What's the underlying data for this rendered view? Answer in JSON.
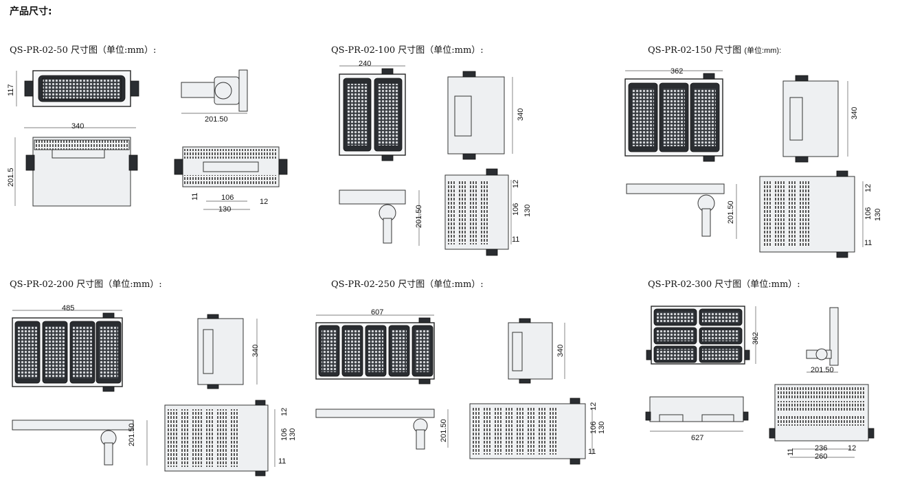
{
  "page_title": "产品尺寸:",
  "models": [
    {
      "id": "50",
      "title": "QS-PR-02-50 尺寸图（单位:mm）:",
      "dims": {
        "height": "117",
        "depth": "201.50",
        "width": "340",
        "bracket": "201.5",
        "hole_inner": "106",
        "hole_outer": "130",
        "hole_off1": "11",
        "hole_off2": "12"
      }
    },
    {
      "id": "100",
      "title": "QS-PR-02-100 尺寸图（单位:mm）:",
      "dims": {
        "width": "240",
        "height": "340",
        "bracket": "201.50",
        "hole_off2": "12",
        "hole_inner": "106",
        "hole_outer": "130",
        "hole_off1": "11"
      }
    },
    {
      "id": "150",
      "title": "QS-PR-02-150 尺寸图",
      "unit": "(单位:mm):",
      "dims": {
        "width": "362",
        "height": "340",
        "bracket": "201.50",
        "hole_off2": "12",
        "hole_inner": "106",
        "hole_outer": "130",
        "hole_off1": "11"
      }
    },
    {
      "id": "200",
      "title": "QS-PR-02-200 尺寸图（单位:mm）:",
      "dims": {
        "width": "485",
        "height": "340",
        "bracket": "201.50",
        "hole_off2": "12",
        "hole_inner": "106",
        "hole_outer": "130",
        "hole_off1": "11"
      }
    },
    {
      "id": "250",
      "title": "QS-PR-02-250 尺寸图（单位:mm）:",
      "dims": {
        "width": "607",
        "height": "340",
        "bracket": "201.50",
        "hole_off2": "12",
        "hole_inner": "106",
        "hole_outer": "130",
        "hole_off1": "11"
      }
    },
    {
      "id": "300",
      "title": "QS-PR-02-300 尺寸图（单位:mm）:",
      "dims": {
        "height": "362",
        "depth": "201.50",
        "width": "627",
        "hole_off1": "11",
        "hole_inner": "236",
        "hole_outer": "260",
        "hole_off2": "12"
      }
    }
  ]
}
